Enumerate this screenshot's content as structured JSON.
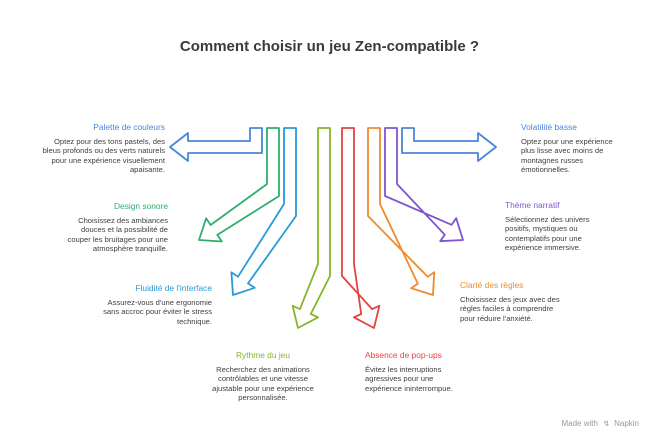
{
  "title": "Comment choisir un jeu Zen-compatible ?",
  "items": [
    {
      "key": "palette",
      "title": "Palette de couleurs",
      "color": "#4a86d8",
      "desc": "Optez pour des tons pastels, des bleus profonds ou des verts naturels pour une expérience visuellement apaisante."
    },
    {
      "key": "design",
      "title": "Design sonore",
      "color": "#2fae6e",
      "desc": "Choisissez des ambiances douces et la possibilité de couper les bruitages pour une atmosphère tranquille."
    },
    {
      "key": "fluidite",
      "title": "Fluidité de l'interface",
      "color": "#2b9ad6",
      "desc": "Assurez-vous d'une ergonomie sans accroc pour éviter le stress technique."
    },
    {
      "key": "rythme",
      "title": "Rythme du jeu",
      "color": "#86b52a",
      "desc": "Recherchez des animations contrôlables et une vitesse ajustable pour une expérience personnalisée."
    },
    {
      "key": "popups",
      "title": "Absence de pop-ups",
      "color": "#e2453f",
      "desc": "Évitez les interruptions agressives pour une expérience ininterrompue."
    },
    {
      "key": "regles",
      "title": "Clarté des règles",
      "color": "#ee8b2b",
      "desc": "Choisissez des jeux avec des règles faciles à comprendre pour réduire l'anxiété."
    },
    {
      "key": "theme",
      "title": "Thème narratif",
      "color": "#7e57cf",
      "desc": "Sélectionnez des univers positifs, mystiques ou contemplatifs pour une expérience immersive."
    },
    {
      "key": "volatilite",
      "title": "Volatilité basse",
      "color": "#4a86d8",
      "desc": "Optez pour une expérience plus lisse avec moins de montagnes russes émotionnelles."
    }
  ],
  "footer": {
    "prefix": "Made with",
    "brand": "Napkin"
  }
}
